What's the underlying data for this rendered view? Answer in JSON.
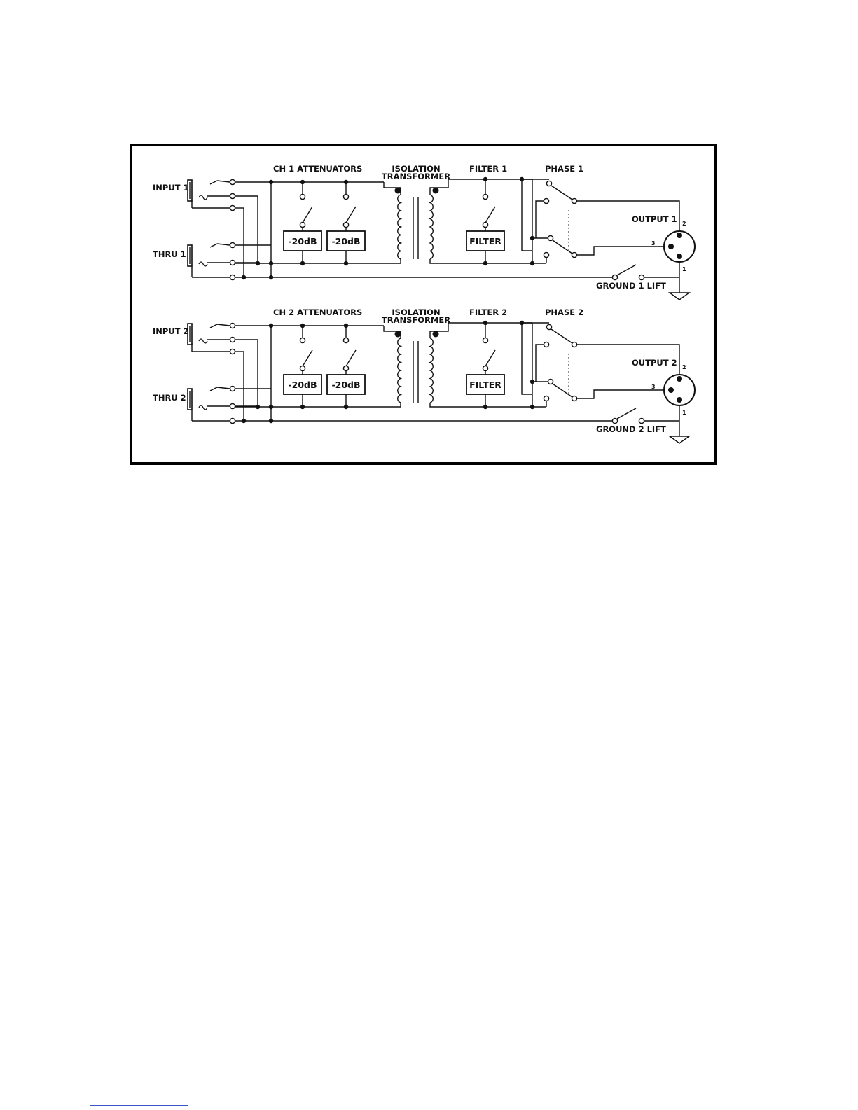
{
  "diagram": {
    "channels": [
      {
        "input_label": "INPUT 1",
        "thru_label": "THRU 1",
        "attenuators_label": "CH 1 ATTENUATORS",
        "attenuator_boxes": [
          "-20dB",
          "-20dB"
        ],
        "transformer_label_top": "ISOLATION",
        "transformer_label_bottom": "TRANSFORMER",
        "filter_label": "FILTER 1",
        "filter_box": "FILTER",
        "phase_label": "PHASE 1",
        "output_label": "OUTPUT 1",
        "ground_label": "GROUND 1 LIFT",
        "pins": [
          "1",
          "2",
          "3"
        ]
      },
      {
        "input_label": "INPUT 2",
        "thru_label": "THRU 2",
        "attenuators_label": "CH 2 ATTENUATORS",
        "attenuator_boxes": [
          "-20dB",
          "-20dB"
        ],
        "transformer_label_top": "ISOLATION",
        "transformer_label_bottom": "TRANSFORMER",
        "filter_label": "FILTER 2",
        "filter_box": "FILTER",
        "phase_label": "PHASE 2",
        "output_label": "OUTPUT 2",
        "ground_label": "GROUND 2 LIFT",
        "pins": [
          "1",
          "2",
          "3"
        ]
      }
    ]
  }
}
